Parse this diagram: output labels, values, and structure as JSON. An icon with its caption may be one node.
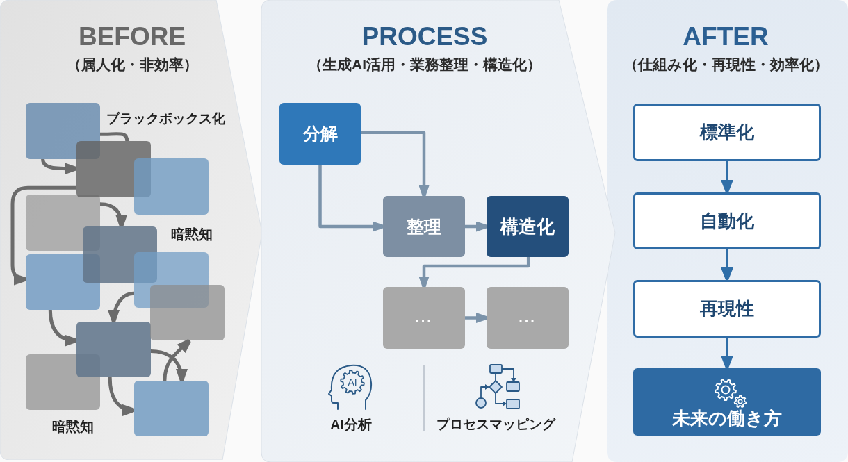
{
  "diagram": {
    "nodes": [
      {
        "text": [
          "BEFORE",
          "（属人化・非効率）"
        ]
      },
      {
        "text": [],
        "shape": "box",
        "in": 0
      },
      {
        "text": [],
        "shape": "box",
        "in": 0
      },
      {
        "text": [],
        "shape": "box",
        "in": 0
      },
      {
        "text": [],
        "shape": "box",
        "in": 0
      },
      {
        "text": [],
        "shape": "box",
        "in": 0
      },
      {
        "text": [],
        "shape": "box",
        "in": 0
      },
      {
        "text": [],
        "shape": "box",
        "in": 0
      },
      {
        "text": [],
        "shape": "box",
        "in": 0
      },
      {
        "text": [],
        "shape": "box",
        "in": 0
      },
      {
        "text": [],
        "shape": "box",
        "in": 0
      },
      {
        "text": [],
        "shape": "box",
        "in": 0
      },
      {
        "text": [
          "PROCESS",
          "（生成AI活用・業務整理・構造化）"
        ]
      },
      {
        "text": [
          "分解"
        ],
        "in": 12
      },
      {
        "text": [
          "整理"
        ],
        "in": 12
      },
      {
        "text": [
          "構造化"
        ],
        "in": 12
      },
      {
        "text": [
          "..."
        ],
        "in": 12
      },
      {
        "text": [
          "..."
        ],
        "in": 12
      },
      {
        "text": [
          "AFTER",
          "（仕組み化・再現性・効率化）"
        ]
      },
      {
        "text": [
          "標準化"
        ],
        "in": 18
      },
      {
        "text": [
          "自動化"
        ],
        "in": 18
      },
      {
        "text": [
          "再現性"
        ],
        "in": 18
      },
      {
        "text": [
          "未来の働き方"
        ],
        "in": 18
      }
    ],
    "edges": [
      {
        "from": 1,
        "to": 2,
        "arrow": "to"
      },
      {
        "from": 1,
        "to": 2,
        "arrow": "none"
      },
      {
        "from": 4,
        "to": 5,
        "arrow": "to"
      },
      {
        "from": 2,
        "to": 7,
        "arrow": "to"
      },
      {
        "from": 6,
        "to": 9,
        "arrow": "to"
      },
      {
        "from": 7,
        "to": 9,
        "arrow": "to"
      },
      {
        "from": 9,
        "to": 11,
        "arrow": "to"
      },
      {
        "from": 11,
        "to": 8,
        "arrow": "to"
      },
      {
        "from": 9,
        "to": 11,
        "arrow": "to"
      },
      {
        "from": 13,
        "to": 14,
        "arrow": "to",
        "color": "#7b93aa"
      },
      {
        "from": 13,
        "to": 14,
        "arrow": "to",
        "color": "#7b93aa"
      },
      {
        "from": 14,
        "to": 15,
        "arrow": "to",
        "color": "#7b93aa"
      },
      {
        "from": 15,
        "to": 16,
        "arrow": "to",
        "color": "#7b93aa"
      },
      {
        "from": 16,
        "to": 17,
        "arrow": "to",
        "color": "#7b93aa"
      },
      {
        "from": 19,
        "to": 20,
        "arrow": "to",
        "color": "#2f6ea8"
      },
      {
        "from": 20,
        "to": 21,
        "arrow": "to",
        "color": "#2f6ea8"
      },
      {
        "from": 21,
        "to": 22,
        "arrow": "to",
        "color": "#2f6ea8"
      }
    ],
    "labels": [
      "ブラックボックス化",
      "暗黙知",
      "暗黙知",
      "AI",
      "AI分析",
      "プロセスマッピング"
    ]
  }
}
